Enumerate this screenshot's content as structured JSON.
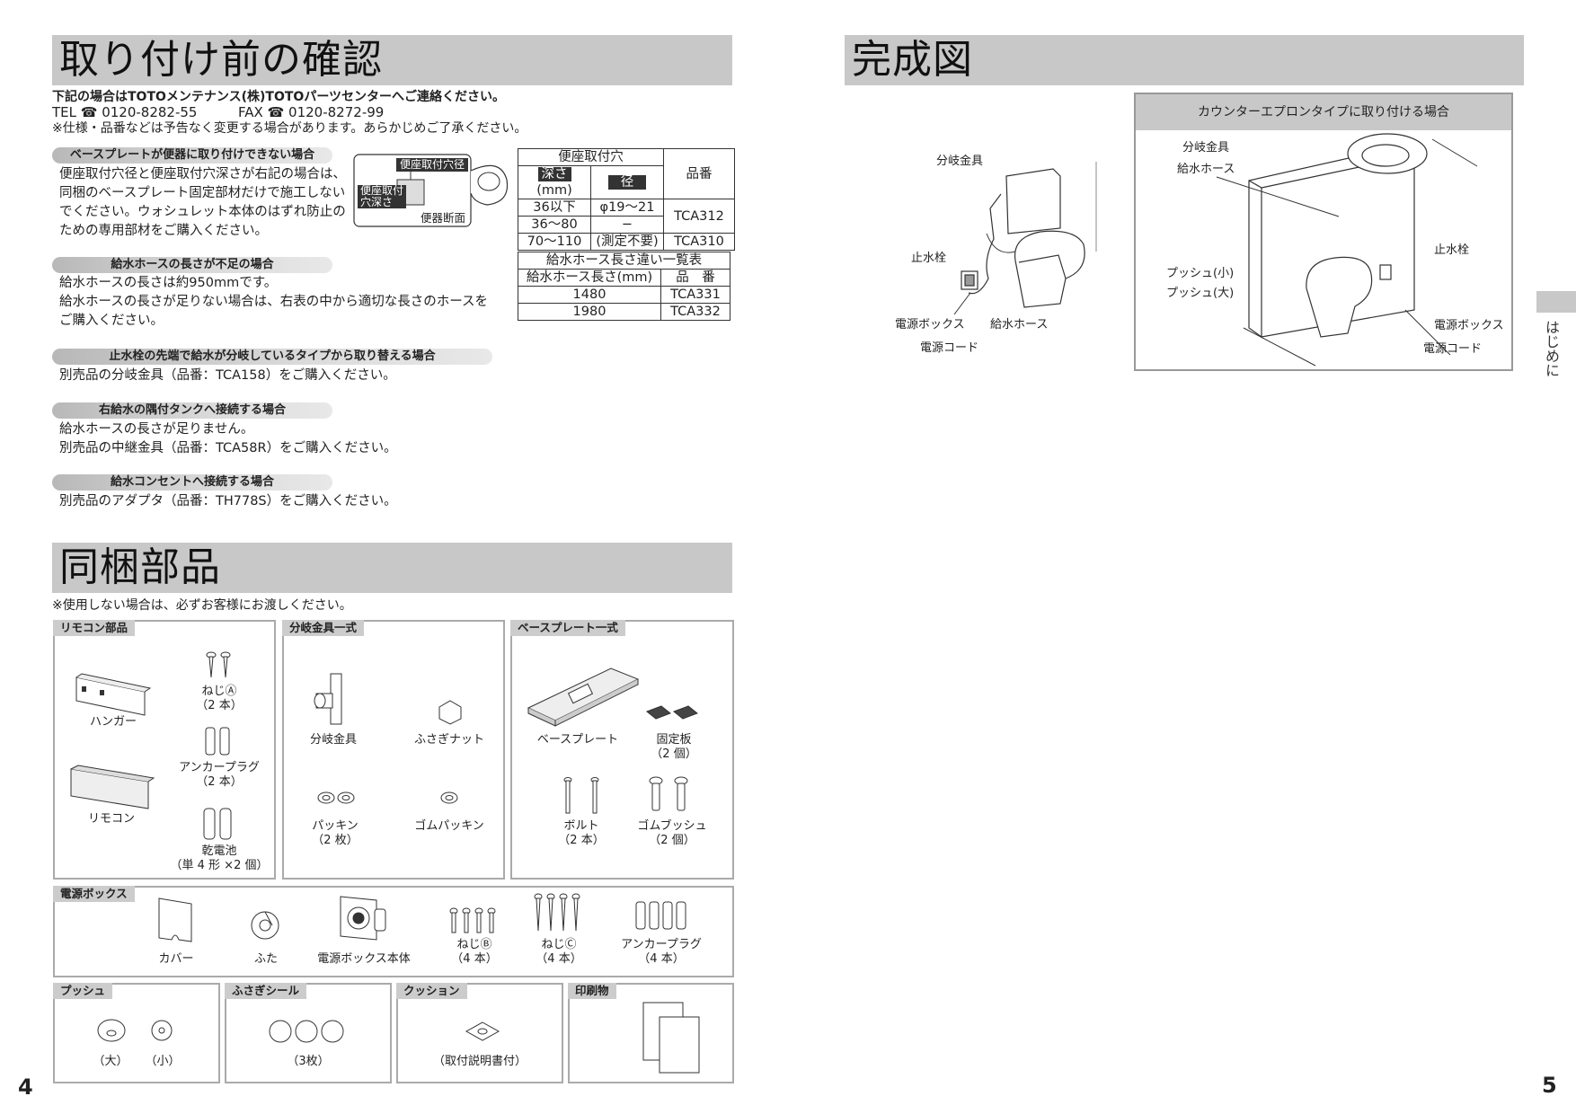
{
  "left": {
    "page_number": "4",
    "section1": {
      "title": "取り付け前の確認",
      "intro_line1": "下記の場合はTOTOメンテナンス(株)TOTOパーツセンターへご連絡ください。",
      "tel": "TEL ☎ 0120-8282-55",
      "fax": "FAX ☎ 0120-8272-99",
      "note": "※仕様・品番などは予告なく変更する場合があります。あらかじめご了承ください。",
      "items": [
        {
          "heading": "ベースプレートが便器に取り付けできない場合",
          "lines": [
            "便座取付穴径と便座取付穴深さが右記の場合は、",
            "同梱のベースプレート固定部材だけで施工しない",
            "でください。ウォシュレット本体のはずれ防止の",
            "ための専用部材をご購入ください。"
          ]
        },
        {
          "heading": "給水ホースの長さが不足の場合",
          "lines": [
            "給水ホースの長さは約950mmです。",
            "給水ホースの長さが足りない場合は、右表の中から適切な長さのホースを",
            "ご購入ください。"
          ]
        },
        {
          "heading": "止水栓の先端で給水が分岐しているタイプから取り替える場合",
          "lines": [
            "別売品の分岐金具（品番：TCA158）をご購入ください。"
          ]
        },
        {
          "heading": "右給水の隅付タンクへ接続する場合",
          "lines": [
            "給水ホースの長さが足りません。",
            "別売品の中継金具（品番：TCA58R）をご購入ください。"
          ]
        },
        {
          "heading": "給水コンセントへ接続する場合",
          "lines": [
            "別売品のアダプタ（品番：TH778S）をご購入ください。"
          ]
        }
      ],
      "diagram": {
        "hole_dia": "便座取付穴径",
        "hole_depth_1": "便座取付",
        "hole_depth_2": "穴深さ",
        "section": "便器断面"
      },
      "table1": {
        "group_header": "便座取付穴",
        "col_depth": "深さ",
        "unit": "(mm)",
        "col_dia": "径",
        "col_part": "品番",
        "rows": [
          {
            "depth": "36以下",
            "dia": "φ19〜21"
          },
          {
            "depth": "36〜80",
            "dia": "−"
          },
          {
            "depth": "70〜110",
            "dia": "(測定不要)"
          }
        ],
        "parts": [
          "TCA312",
          "TCA310"
        ]
      },
      "table2": {
        "title": "給水ホース長さ違い一覧表",
        "col_length": "給水ホース長さ(mm)",
        "col_part": "品　番",
        "rows": [
          {
            "length": "1480",
            "part": "TCA331"
          },
          {
            "length": "1980",
            "part": "TCA332"
          }
        ]
      }
    },
    "section2": {
      "title": "同梱部品",
      "note": "※使用しない場合は、必ずお客様にお渡しください。",
      "remocon": {
        "tag": "リモコン部品",
        "hanger": "ハンガー",
        "remocon": "リモコン",
        "screw_a": "ねじⒶ",
        "screw_a_qty": "（2 本）",
        "anchor": "アンカープラグ",
        "anchor_qty": "（2 本）",
        "battery": "乾電池",
        "battery_qty": "（単 4 形 ×2 個）"
      },
      "branch": {
        "tag": "分岐金具一式",
        "fitting": "分岐金具",
        "cap_nut": "ふさぎナット",
        "packing": "パッキン",
        "packing_qty": "（2 枚）",
        "rubber_packing": "ゴムパッキン"
      },
      "baseplate": {
        "tag": "ベースプレート一式",
        "plate": "ベースプレート",
        "fixing": "固定板",
        "fixing_qty": "（2 個）",
        "bolt": "ボルト",
        "bolt_qty": "（2 本）",
        "bush": "ゴムブッシュ",
        "bush_qty": "（2 個）"
      },
      "power": {
        "tag": "電源ボックス",
        "cover": "カバー",
        "lid": "ふた",
        "body": "電源ボックス本体",
        "screw_b": "ねじⒷ",
        "screw_b_qty": "（4 本）",
        "screw_c": "ねじⒸ",
        "screw_c_qty": "（4 本）",
        "anchor": "アンカープラグ",
        "anchor_qty": "（4 本）"
      },
      "push": {
        "tag": "プッシュ",
        "large": "（大）",
        "small": "（小）"
      },
      "seal": {
        "tag": "ふさぎシール",
        "qty": "（3枚）"
      },
      "cushion": {
        "tag": "クッション",
        "note": "（取付説明書付）"
      },
      "printed": {
        "tag": "印刷物"
      }
    }
  },
  "right": {
    "page_number": "5",
    "section_title": "完成図",
    "side_tab": "はじめに",
    "diagram1": {
      "branch": "分岐金具",
      "stop_valve": "止水栓",
      "power_box": "電源ボックス",
      "hose": "給水ホース",
      "cord": "電源コード"
    },
    "diagram2": {
      "header": "カウンターエプロンタイプに取り付ける場合",
      "branch": "分岐金具",
      "hose": "給水ホース",
      "stop_valve": "止水栓",
      "push_small": "プッシュ(小)",
      "push_large": "プッシュ(大)",
      "power_box": "電源ボックス",
      "cord": "電源コード"
    }
  }
}
